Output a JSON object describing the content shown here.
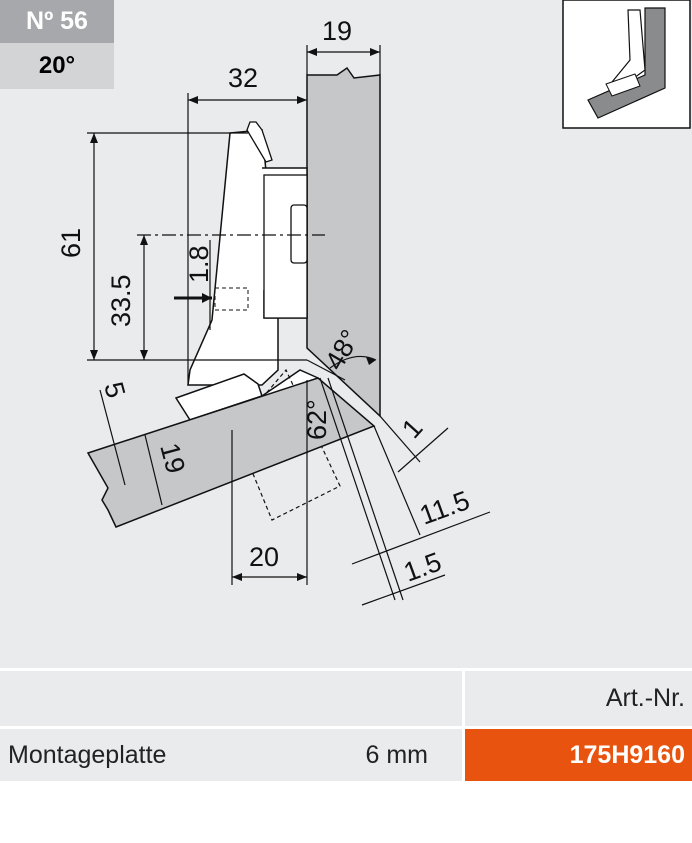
{
  "badge": {
    "number": "Nº 56",
    "angle": "20°"
  },
  "dimensions": {
    "d19_top": "19",
    "d32": "32",
    "d61": "61",
    "d33_5": "33.5",
    "d1_8": "1.8",
    "d48deg": "48°",
    "d5": "5",
    "d19_plate": "19",
    "d62deg": "62°",
    "d1": "1",
    "d11_5": "11.5",
    "d20": "20",
    "d1_5": "1.5"
  },
  "table": {
    "header_art": "Art.-Nr.",
    "row_label": "Montageplatte",
    "row_size": "6 mm",
    "row_art": "175H9160"
  },
  "colors": {
    "accent": "#e8540f",
    "panel": "#c6c7c9",
    "background": "#e9ebed"
  }
}
